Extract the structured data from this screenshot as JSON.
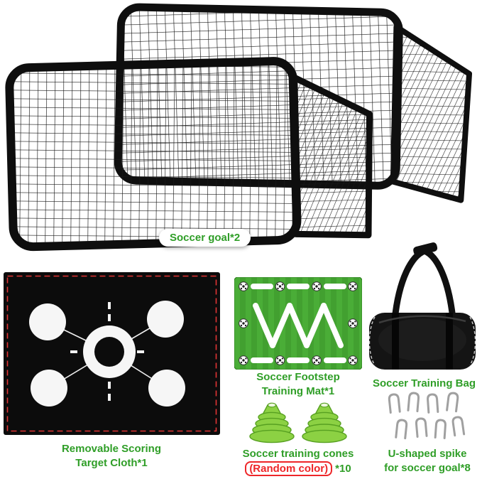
{
  "colors": {
    "label_green": "#2f9e27",
    "accent_red": "#ee2629",
    "cone_green": "#8cd143",
    "mat_green": "#42a030",
    "goal_frame_black": "#0f0f0f",
    "cloth_black": "#0c0c0c",
    "cloth_border_red": "#e23434",
    "bag_black": "#141414",
    "spike_gray": "#a0a0a0",
    "background": "#ffffff"
  },
  "goal_badge": {
    "label": "Soccer goal*2"
  },
  "products": {
    "target_cloth": {
      "caption_line1": "Removable Scoring",
      "caption_line2": "Target Cloth*1"
    },
    "training_mat": {
      "caption_line1": "Soccer Footstep",
      "caption_line2": "Training Mat*1"
    },
    "training_bag": {
      "caption": "Soccer Training Bag"
    },
    "training_cones": {
      "caption_line1": "Soccer training cones",
      "random_note": "(Random color)",
      "quantity": "*10"
    },
    "u_spikes": {
      "caption_line1": "U-shaped spike",
      "caption_line2": "for soccer goal*8"
    }
  }
}
